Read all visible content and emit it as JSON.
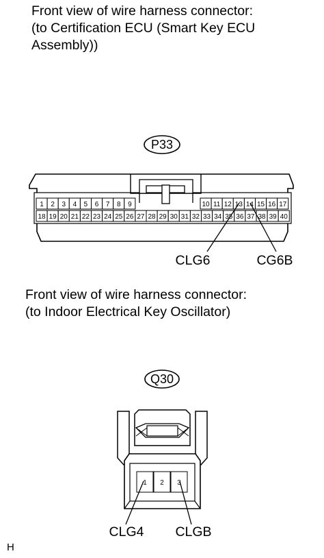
{
  "connector1": {
    "caption": [
      "Front view of wire harness connector:",
      "(to Certification ECU (Smart Key ECU",
      "Assembly))"
    ],
    "id": "P33",
    "pins_row1_left": [
      "1",
      "2",
      "3",
      "4",
      "5",
      "6",
      "7",
      "8",
      "9"
    ],
    "pins_row1_right": [
      "10",
      "11",
      "12",
      "13",
      "14",
      "15",
      "16",
      "17"
    ],
    "pins_row2": [
      "18",
      "19",
      "20",
      "21",
      "22",
      "23",
      "24",
      "25",
      "26",
      "27",
      "28",
      "29",
      "30",
      "31",
      "32",
      "33",
      "34",
      "35",
      "36",
      "37",
      "38",
      "39",
      "40"
    ],
    "callout_left": "CLG6",
    "callout_right": "CG6B"
  },
  "connector2": {
    "caption": [
      "Front view of wire harness connector:",
      "(to Indoor Electrical Key Oscillator)"
    ],
    "id": "Q30",
    "pins": [
      "1",
      "2",
      "3"
    ],
    "callout_left": "CLG4",
    "callout_right": "CLGB"
  },
  "footnote": "H"
}
